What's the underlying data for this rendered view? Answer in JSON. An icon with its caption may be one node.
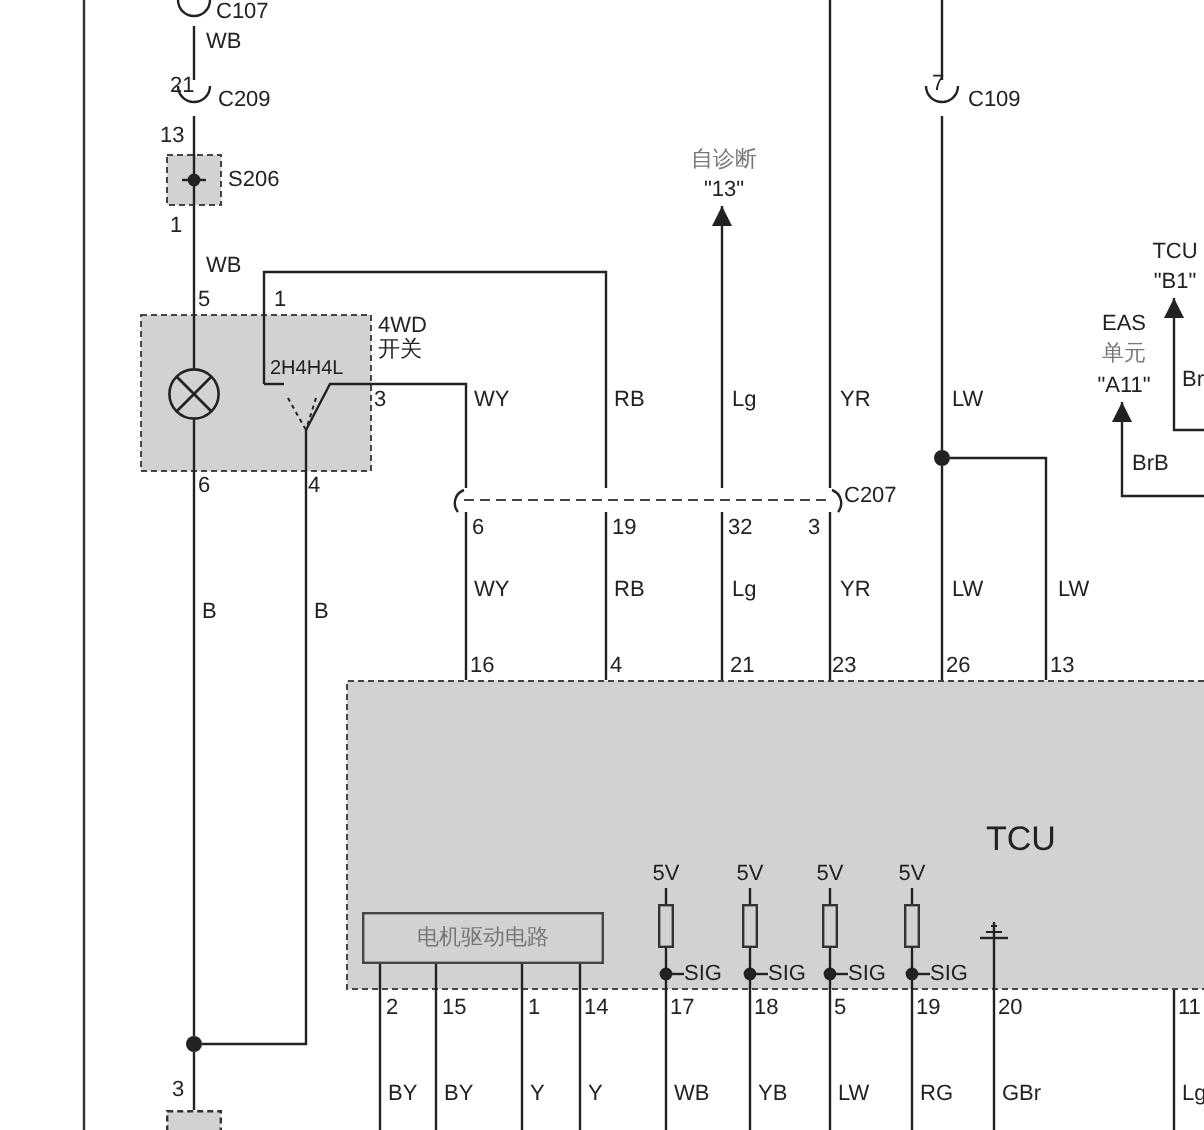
{
  "diagram": {
    "nodes": [
      {
        "text": [
          "C107"
        ]
      },
      {
        "text": [
          "C209"
        ]
      },
      {
        "text": [
          "S206"
        ]
      },
      {
        "text": [
          "4WD 开关"
        ]
      },
      {
        "text": [],
        "shape": "circle",
        "in": 3
      },
      {
        "text": [
          "C207"
        ]
      },
      {
        "text": [
          "自诊断",
          "\"13\""
        ]
      },
      {
        "text": [
          "C109"
        ]
      },
      {
        "text": [],
        "shape": "dot"
      },
      {
        "text": [
          "EAS",
          "单元",
          "\"A11\""
        ]
      },
      {
        "text": [
          "TCU",
          "\"B1\""
        ]
      },
      {
        "text": [
          "TCU"
        ]
      },
      {
        "text": [
          "电机驱动电路"
        ],
        "in": 11
      },
      {
        "text": [],
        "shape": "box",
        "in": 11,
        "beside": [
          "5V"
        ]
      },
      {
        "text": [],
        "shape": "box",
        "in": 11,
        "beside": [
          "5V"
        ]
      },
      {
        "text": [],
        "shape": "box",
        "in": 11,
        "beside": [
          "5V"
        ]
      },
      {
        "text": [],
        "shape": "box",
        "in": 11,
        "beside": [
          "5V"
        ]
      },
      {
        "text": [],
        "shape": "ground",
        "in": 11
      },
      {
        "text": [],
        "shape": "dot"
      },
      {
        "text": [],
        "shape": "box"
      }
    ],
    "edges": [
      {
        "from": 0,
        "to": 1,
        "arrow": "none",
        "label": "WB"
      },
      {
        "from": 1,
        "to": 2,
        "arrow": "none"
      },
      {
        "from": 2,
        "to": 4,
        "arrow": "none",
        "label": "WB"
      },
      {
        "from": 3,
        "to": 5,
        "arrow": "none",
        "label": "RB"
      },
      {
        "from": 3,
        "to": 5,
        "arrow": "none",
        "label": "WY"
      },
      {
        "from": 5,
        "to": 6,
        "arrow": "to",
        "label": "Lg"
      },
      {
        "from": null,
        "to": 5,
        "arrow": "none",
        "label": "YR"
      },
      {
        "from": null,
        "to": 7,
        "arrow": "none"
      },
      {
        "from": 7,
        "to": 8,
        "arrow": "none",
        "label": "LW"
      },
      {
        "from": 4,
        "to": 18,
        "arrow": "none",
        "label": "B"
      },
      {
        "from": 3,
        "to": 18,
        "arrow": "none",
        "label": "B"
      },
      {
        "from": 18,
        "to": 19,
        "arrow": "none"
      },
      {
        "from": 5,
        "to": 11,
        "arrow": "none",
        "label": "WY"
      },
      {
        "from": 5,
        "to": 11,
        "arrow": "none",
        "label": "RB"
      },
      {
        "from": 5,
        "to": 11,
        "arrow": "none",
        "label": "Lg"
      },
      {
        "from": 5,
        "to": 11,
        "arrow": "none",
        "label": "YR"
      },
      {
        "from": 8,
        "to": 11,
        "arrow": "none",
        "label": "LW"
      },
      {
        "from": 8,
        "to": 11,
        "arrow": "none",
        "label": "LW"
      },
      {
        "from": null,
        "to": 9,
        "arrow": "to",
        "label": "BrB"
      },
      {
        "from": null,
        "to": 10,
        "arrow": "to",
        "label": "Br"
      },
      {
        "from": 12,
        "to": null,
        "arrow": "none",
        "label": "BY"
      },
      {
        "from": 12,
        "to": null,
        "arrow": "none",
        "label": "BY"
      },
      {
        "from": 12,
        "to": null,
        "arrow": "none",
        "label": "Y"
      },
      {
        "from": 12,
        "to": null,
        "arrow": "none",
        "label": "Y"
      },
      {
        "from": 13,
        "to": null,
        "arrow": "none",
        "label": "WB"
      },
      {
        "from": 14,
        "to": null,
        "arrow": "none",
        "label": "YB"
      },
      {
        "from": 15,
        "to": null,
        "arrow": "none",
        "label": "LW"
      },
      {
        "from": 16,
        "to": null,
        "arrow": "none",
        "label": "RG"
      },
      {
        "from": 17,
        "to": null,
        "arrow": "none",
        "label": "GBr"
      },
      {
        "from": 11,
        "to": null,
        "arrow": "none",
        "label": "Lg"
      }
    ],
    "labels": [
      "21",
      "7",
      "13",
      "1",
      "5",
      "1",
      "2H4H4L",
      "3",
      "6",
      "4",
      "6",
      "19",
      "32",
      "3",
      "16",
      "4",
      "21",
      "23",
      "26",
      "13",
      "SIG",
      "SIG",
      "SIG",
      "SIG",
      "2",
      "15",
      "1",
      "14",
      "17",
      "18",
      "5",
      "19",
      "20",
      "11",
      "3"
    ]
  }
}
